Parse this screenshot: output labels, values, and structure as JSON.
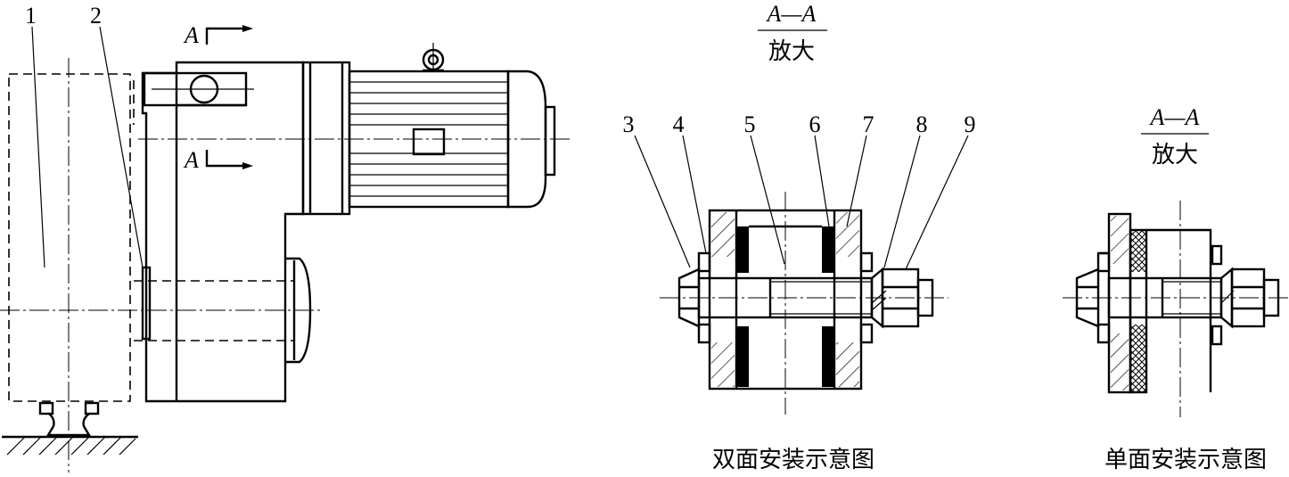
{
  "left_view": {
    "labels": [
      "1",
      "2"
    ],
    "section_marks": [
      "A",
      "A"
    ]
  },
  "double_sided": {
    "section_title_top": "A—A",
    "section_title_bottom": "放大",
    "labels": [
      "3",
      "4",
      "5",
      "6",
      "7",
      "8",
      "9"
    ],
    "caption": "双面安装示意图"
  },
  "single_sided": {
    "section_title_top": "A—A",
    "section_title_bottom": "放大",
    "caption": "单面安装示意图"
  }
}
